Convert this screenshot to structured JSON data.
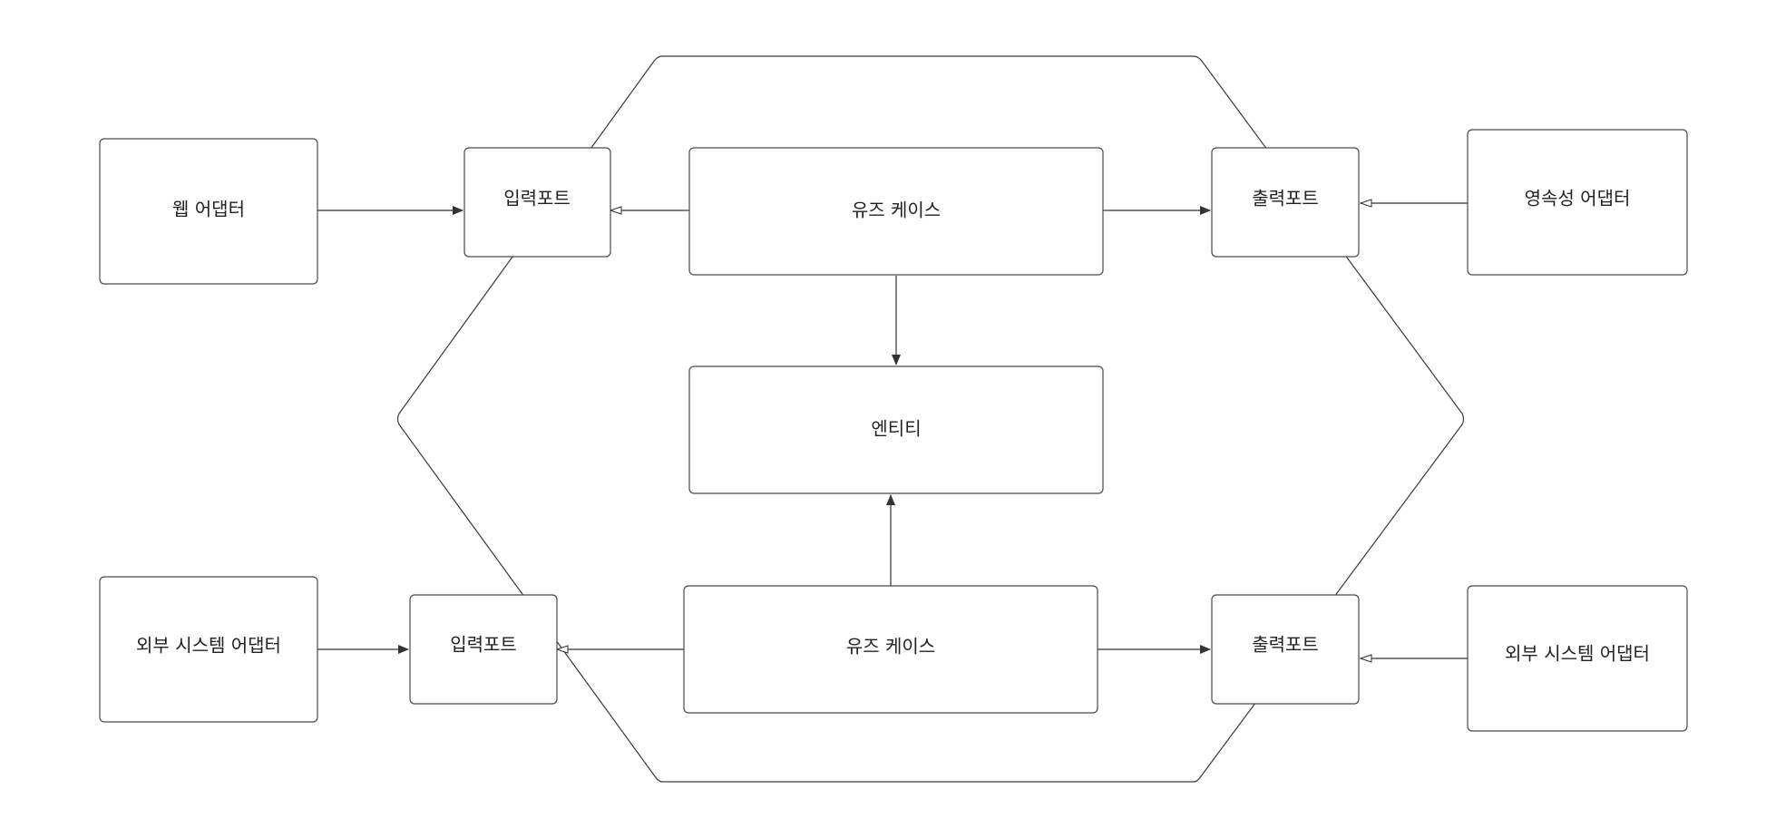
{
  "diagram": {
    "nodes": {
      "web_adapter": "웹 어댑터",
      "input_port_top": "입력포트",
      "use_case_top": "유즈 케이스",
      "output_port_top": "출력포트",
      "persistence_adapter": "영속성 어댑터",
      "entity": "엔티티",
      "external_adapter_left": "외부 시스템 어댑터",
      "input_port_bottom": "입력포트",
      "use_case_bottom": "유즈 케이스",
      "output_port_bottom": "출력포트",
      "external_adapter_right": "외부 시스템 어댑터"
    },
    "edges": [
      {
        "from": "web_adapter",
        "to": "input_port_top",
        "arrow": "filled"
      },
      {
        "from": "use_case_top",
        "to": "input_port_top",
        "arrow": "hollow"
      },
      {
        "from": "use_case_top",
        "to": "output_port_top",
        "arrow": "filled"
      },
      {
        "from": "persistence_adapter",
        "to": "output_port_top",
        "arrow": "hollow"
      },
      {
        "from": "use_case_top",
        "to": "entity",
        "arrow": "filled"
      },
      {
        "from": "use_case_bottom",
        "to": "entity",
        "arrow": "filled"
      },
      {
        "from": "external_adapter_left",
        "to": "input_port_bottom",
        "arrow": "filled"
      },
      {
        "from": "use_case_bottom",
        "to": "input_port_bottom",
        "arrow": "hollow"
      },
      {
        "from": "use_case_bottom",
        "to": "output_port_bottom",
        "arrow": "filled"
      },
      {
        "from": "external_adapter_right",
        "to": "output_port_bottom",
        "arrow": "hollow"
      }
    ],
    "colors": {
      "stroke": "#4a4a4a",
      "background": "#ffffff",
      "text": "#222222"
    }
  }
}
